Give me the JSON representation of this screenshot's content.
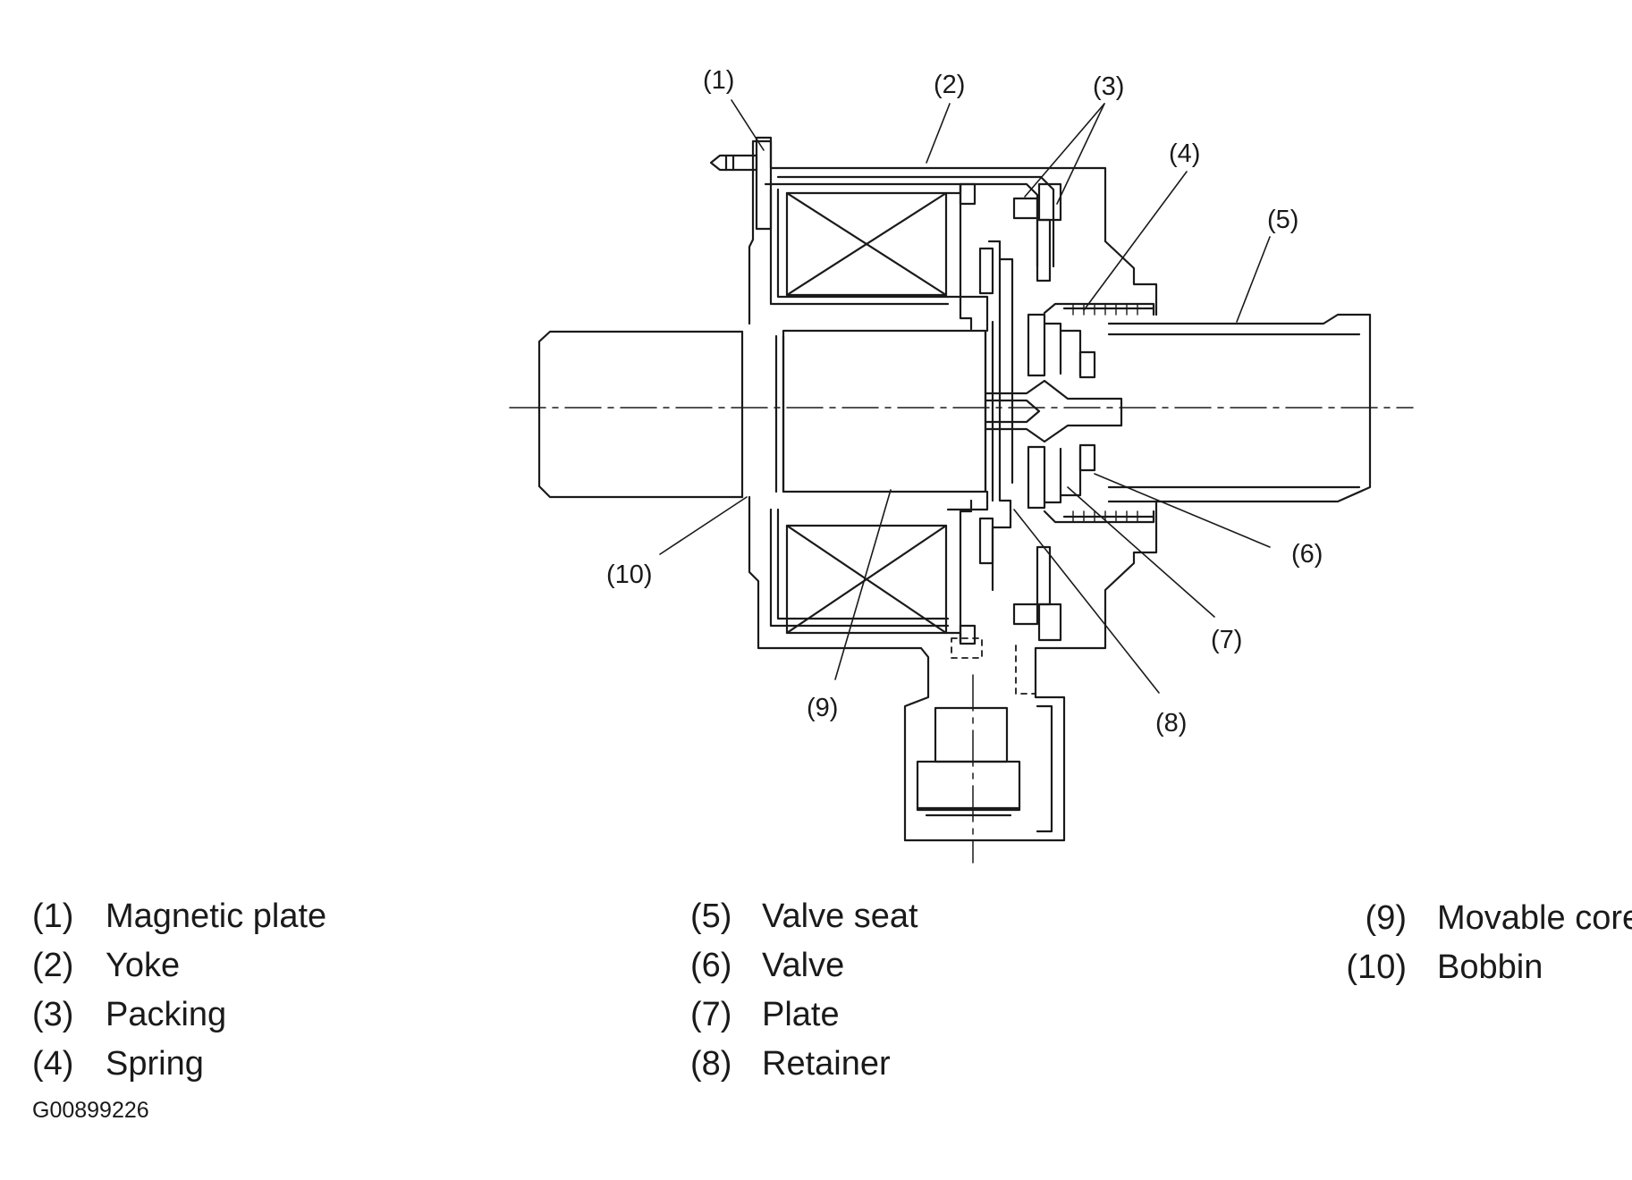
{
  "callouts": [
    "(1)",
    "(2)",
    "(3)",
    "(4)",
    "(5)",
    "(6)",
    "(7)",
    "(8)",
    "(9)",
    "(10)"
  ],
  "legend": {
    "col1": [
      {
        "num": "(1)",
        "label": "Magnetic plate"
      },
      {
        "num": "(2)",
        "label": "Yoke"
      },
      {
        "num": "(3)",
        "label": "Packing"
      },
      {
        "num": "(4)",
        "label": "Spring"
      }
    ],
    "col2": [
      {
        "num": "(5)",
        "label": "Valve seat"
      },
      {
        "num": "(6)",
        "label": "Valve"
      },
      {
        "num": "(7)",
        "label": "Plate"
      },
      {
        "num": "(8)",
        "label": "Retainer"
      }
    ],
    "col3": [
      {
        "num": "(9)",
        "label": "Movable core"
      },
      {
        "num": "(10)",
        "label": "Bobbin"
      }
    ]
  },
  "figure_code": "G00899226",
  "colors": {
    "ink": "#1a1a1a",
    "background": "#ffffff"
  }
}
